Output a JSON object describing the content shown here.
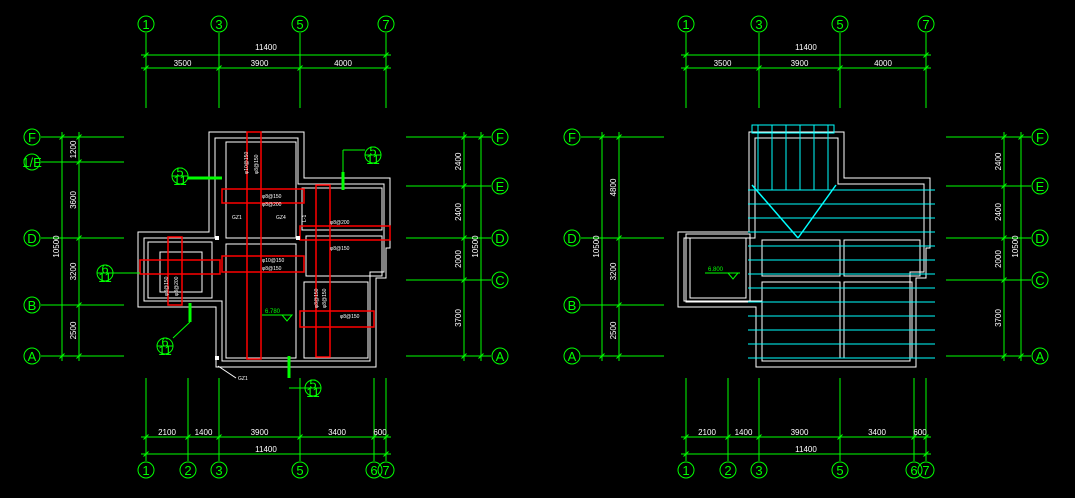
{
  "colors": {
    "background": "#000000",
    "grid": "#00ff00",
    "dimension_text": "#ffffff",
    "wall": "#ffffff",
    "rebar": "#ff0000",
    "roof_lines": "#00ffff"
  },
  "plans": [
    {
      "grid_top": [
        "1",
        "3",
        "5",
        "7"
      ],
      "grid_bottom": [
        "1",
        "2",
        "3",
        "5",
        "6",
        "7"
      ],
      "top_total": "11400",
      "top_dims": [
        "3500",
        "3900",
        "4000"
      ],
      "bottom_dims": [
        "2100",
        "1400",
        "3900",
        "3400",
        "600"
      ],
      "bottom_total": "11400",
      "left_axes": [
        "F",
        "1/E",
        "D",
        "B",
        "A"
      ],
      "left_dims": [
        "1200",
        "3600",
        "3200",
        "2500"
      ],
      "left_total": "10500",
      "right_axes": [
        "F",
        "E",
        "D",
        "C",
        "A"
      ],
      "right_dims": [
        "2400",
        "2400",
        "2000",
        "3700"
      ],
      "right_total": "10500",
      "section_marks": [
        {
          "num": "5",
          "sheet": "11"
        },
        {
          "num": "6",
          "sheet": "11"
        },
        {
          "num": "6",
          "sheet": "11"
        },
        {
          "num": "5",
          "sheet": "11"
        },
        {
          "num": "5",
          "sheet": "11"
        }
      ],
      "elevation": "6.780",
      "labels": [
        "GZ1",
        "GZ4",
        "L-1",
        "GZ1"
      ],
      "rebar_labels": [
        "φ8@150",
        "φ8@200",
        "φ10@150",
        "φ8@150",
        "φ8@200",
        "φ8@150",
        "φ10@150",
        "φ8@150",
        "φ8@150",
        "φ8@200",
        "φ8@150",
        "φ8@150",
        "φ8@150"
      ]
    },
    {
      "grid_top": [
        "1",
        "3",
        "5",
        "7"
      ],
      "grid_bottom": [
        "1",
        "2",
        "3",
        "5",
        "6",
        "7"
      ],
      "top_total": "11400",
      "top_dims": [
        "3500",
        "3900",
        "4000"
      ],
      "bottom_dims": [
        "2100",
        "1400",
        "3900",
        "3400",
        "600"
      ],
      "bottom_total": "11400",
      "left_axes": [
        "F",
        "D",
        "B",
        "A"
      ],
      "left_dims": [
        "4800",
        "3200",
        "2500"
      ],
      "left_total": "10500",
      "right_axes": [
        "F",
        "E",
        "D",
        "C",
        "A"
      ],
      "right_dims": [
        "2400",
        "2400",
        "2000",
        "3700"
      ],
      "right_total": "10500",
      "elevation": "6.800"
    }
  ]
}
